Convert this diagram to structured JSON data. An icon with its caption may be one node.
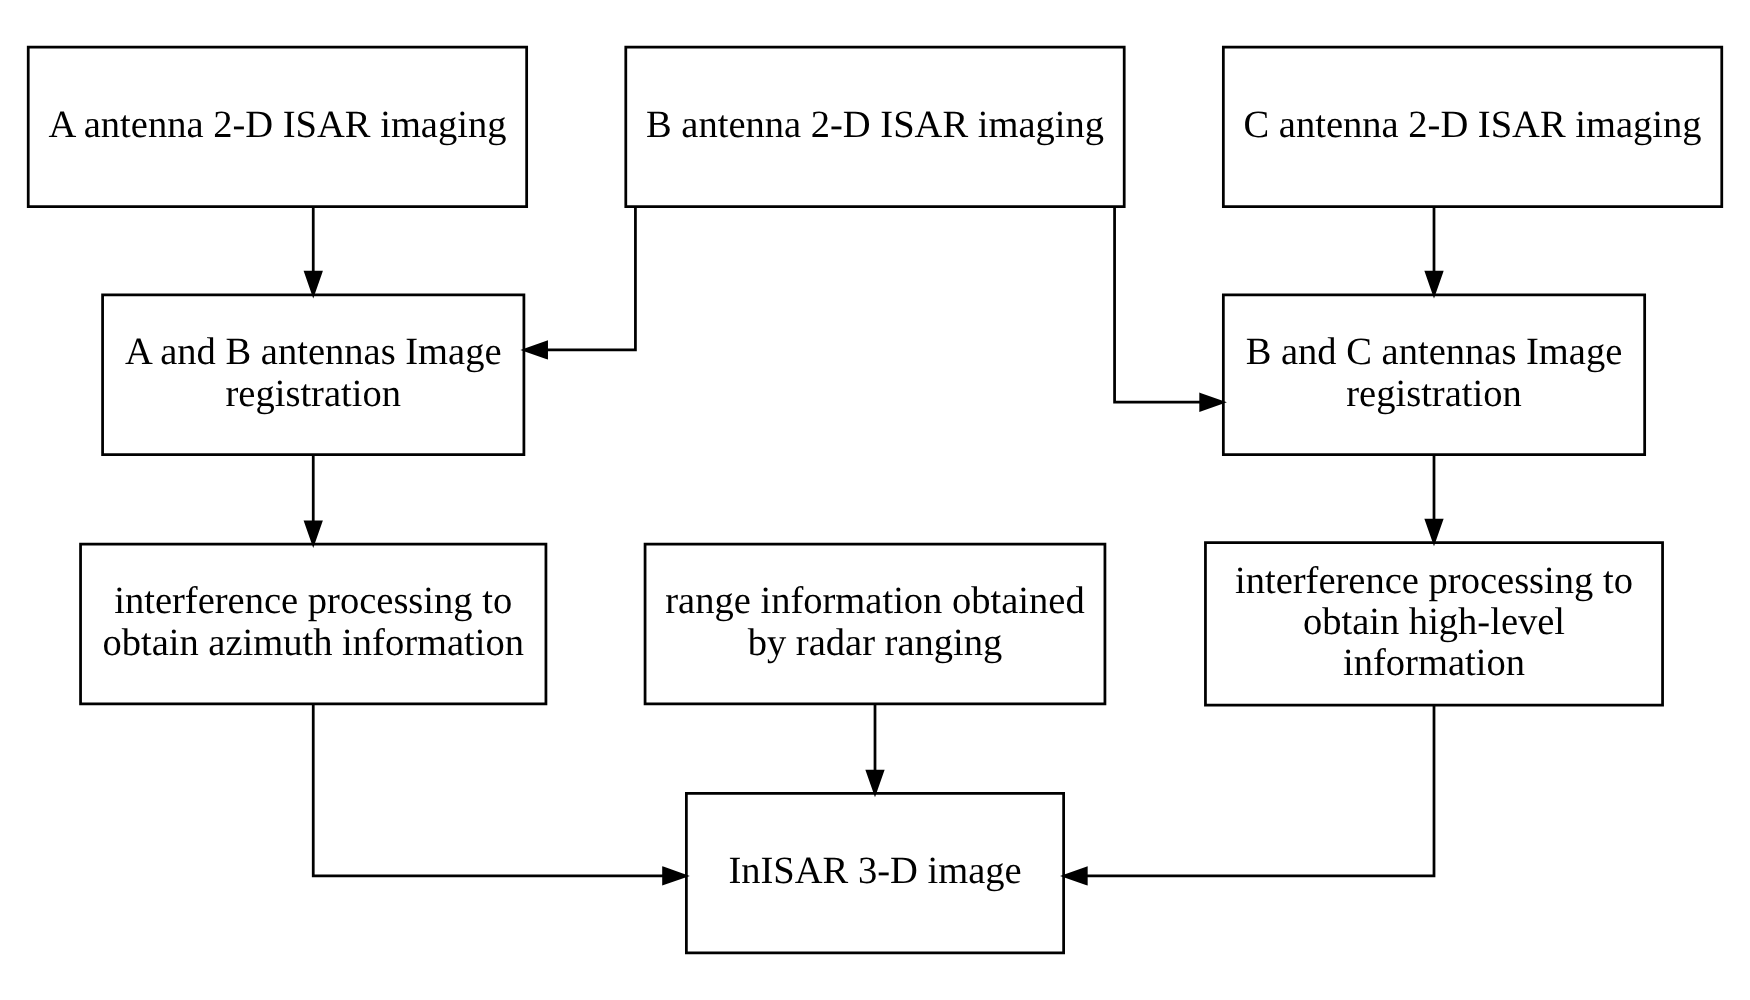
{
  "diagram": {
    "nodes": [
      {
        "text": [
          "A antenna 2-D ISAR imaging"
        ]
      },
      {
        "text": [
          "B antenna 2-D ISAR imaging"
        ]
      },
      {
        "text": [
          "C antenna 2-D ISAR imaging"
        ]
      },
      {
        "text": [
          "A and B antennas Image registration"
        ]
      },
      {
        "text": [
          "B and C antennas Image registration"
        ]
      },
      {
        "text": [
          "interference processing to obtain azimuth information"
        ]
      },
      {
        "text": [
          "range information obtained by radar ranging"
        ]
      },
      {
        "text": [
          "interference processing to obtain high-level information"
        ]
      },
      {
        "text": [
          "InISAR 3-D image"
        ]
      }
    ],
    "edges": [
      {
        "from": 0,
        "to": 3,
        "arrow": "to"
      },
      {
        "from": 1,
        "to": 3,
        "arrow": "to"
      },
      {
        "from": 1,
        "to": 4,
        "arrow": "to"
      },
      {
        "from": 2,
        "to": 4,
        "arrow": "to"
      },
      {
        "from": 3,
        "to": 5,
        "arrow": "to"
      },
      {
        "from": 4,
        "to": 7,
        "arrow": "to"
      },
      {
        "from": 5,
        "to": 8,
        "arrow": "to"
      },
      {
        "from": 6,
        "to": 8,
        "arrow": "to"
      },
      {
        "from": 7,
        "to": 8,
        "arrow": "to"
      }
    ]
  }
}
